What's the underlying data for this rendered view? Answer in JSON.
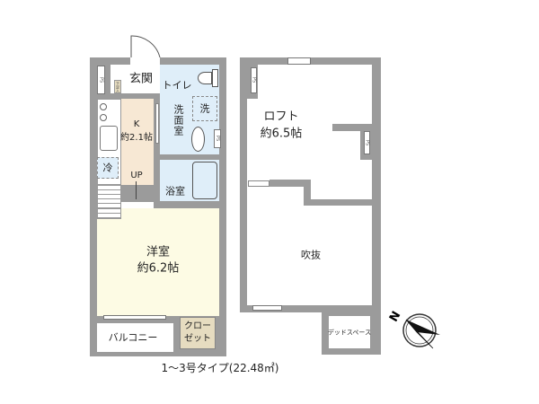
{
  "plan": {
    "unit_type_caption": "1〜3号タイプ(22.48㎡)",
    "colors": {
      "wall": "#9b9b9b",
      "kitchen": "#f7e8d4",
      "wet_area": "#dfeef9",
      "western_room": "#fdfbe4",
      "closet": "#e6dcc0"
    },
    "lower_floor": {
      "entrance": "玄関",
      "shoe_box": "下足入",
      "ps": "PS",
      "kitchen_letter": "K",
      "kitchen_size": "約2.1帖",
      "fridge": "冷",
      "toilet": "トイレ",
      "washer": "洗",
      "washroom": "洗面室",
      "bathroom": "浴室",
      "stairs_label": "UP",
      "western_room": "洋室",
      "western_room_size": "約6.2帖",
      "balcony": "バルコニー",
      "closet_line1": "クロー",
      "closet_line2": "ゼット"
    },
    "upper_floor": {
      "loft": "ロフト",
      "loft_size": "約6.5帖",
      "ps": "PS",
      "void": "吹抜",
      "dead_space": "デッドスペース"
    },
    "compass": {
      "north_label": "N"
    }
  }
}
